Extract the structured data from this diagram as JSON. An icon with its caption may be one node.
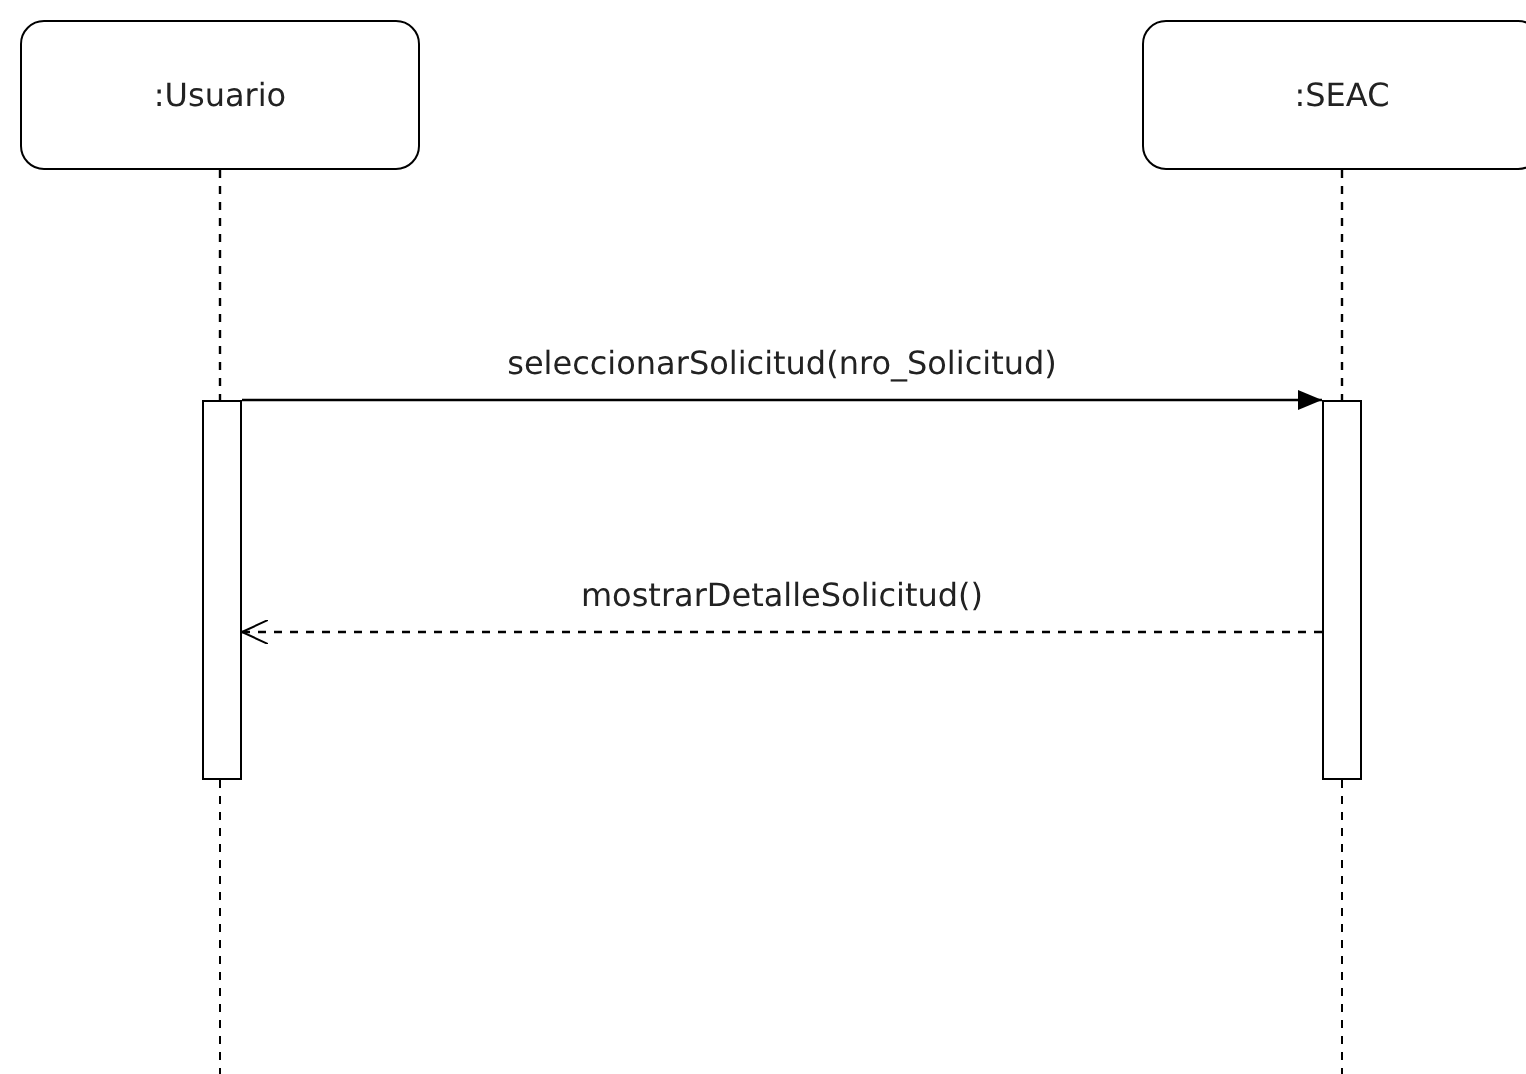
{
  "diagram": {
    "nodes": [
      {
        "text": [
          ":Usuario"
        ]
      },
      {
        "text": [
          ":SEAC"
        ]
      },
      {
        "text": [],
        "shape": "bar"
      },
      {
        "text": [],
        "shape": "bar"
      }
    ],
    "edges": [
      {
        "from": 0,
        "to": 2,
        "arrow": "none",
        "style": "dashed"
      },
      {
        "from": 1,
        "to": 3,
        "arrow": "none",
        "style": "dashed"
      },
      {
        "from": 2,
        "to": 3,
        "arrow": "to",
        "label": "seleccionarSolicitud(nro_Solicitud)"
      },
      {
        "from": 3,
        "to": 2,
        "arrow": "to",
        "label": "mostrarDetalleSolicitud()",
        "style": "dashed"
      }
    ]
  }
}
